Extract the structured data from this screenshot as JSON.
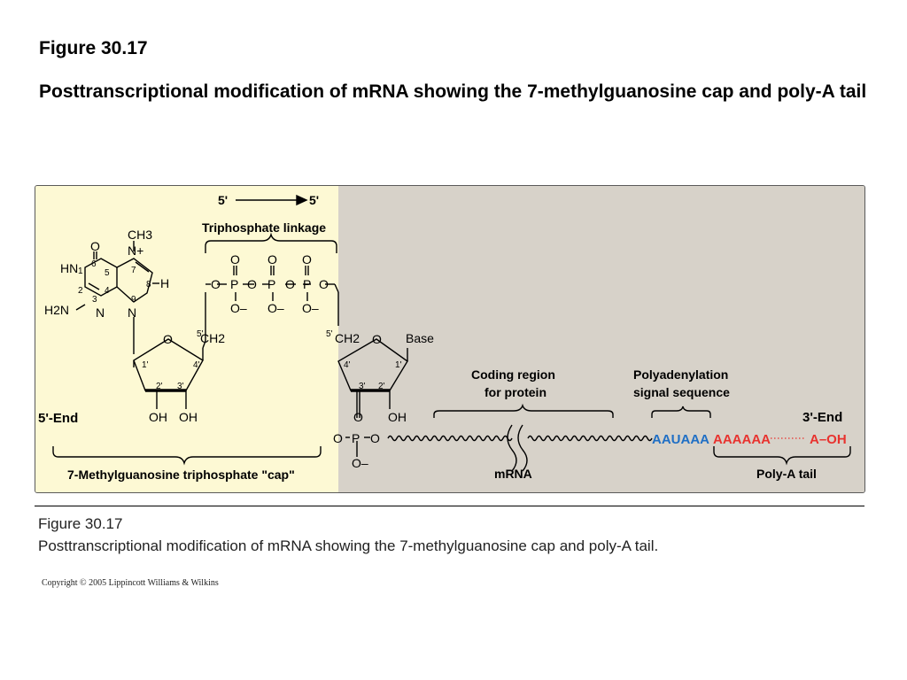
{
  "slide": {
    "title": "Figure 30.17",
    "subtitle": "Posttranscriptional modification of mRNA showing the 7-methylguanosine cap and poly-A tail"
  },
  "figure": {
    "colors": {
      "cap_panel": "#fdf9d4",
      "main_panel": "#d7d2c9",
      "signal_text": "#1f6fc5",
      "polya_text": "#e8322e"
    },
    "labels": {
      "direction_left": "5'",
      "direction_right": "5'",
      "triphosphate_linkage": "Triphosphate linkage",
      "five_end": "5'-End",
      "three_end": "3'-End",
      "cap_label": "7-Methylguanosine triphosphate \"cap\"",
      "coding_region": [
        "Coding region",
        "for protein"
      ],
      "polyadenylation_signal": [
        "Polyadenylation",
        "signal sequence"
      ],
      "mrna": "mRNA",
      "polya_tail": "Poly-A tail",
      "base": "Base"
    },
    "sequence": {
      "signal": "AAUAAA",
      "polya": "AAAAAA",
      "end": "A–OH"
    },
    "structure_text": {
      "ch3": "CH3",
      "n_plus": "N+",
      "hn": "HN",
      "h2n": "H2N",
      "n": "N",
      "o": "O",
      "h": "H",
      "oh": "OH",
      "ch2": "CH2",
      "p": "P",
      "o_minus": "O–",
      "ring_numbers": [
        "1",
        "2",
        "3",
        "4",
        "5",
        "6",
        "7",
        "8",
        "9"
      ],
      "sugar_primes": [
        "1'",
        "2'",
        "3'",
        "4'",
        "5'"
      ]
    }
  },
  "caption": {
    "title": "Figure 30.17",
    "text": "Posttranscriptional modification of mRNA showing the 7-methylguanosine cap and poly-A tail."
  },
  "copyright": "Copyright © 2005 Lippincott Williams & Wilkins"
}
